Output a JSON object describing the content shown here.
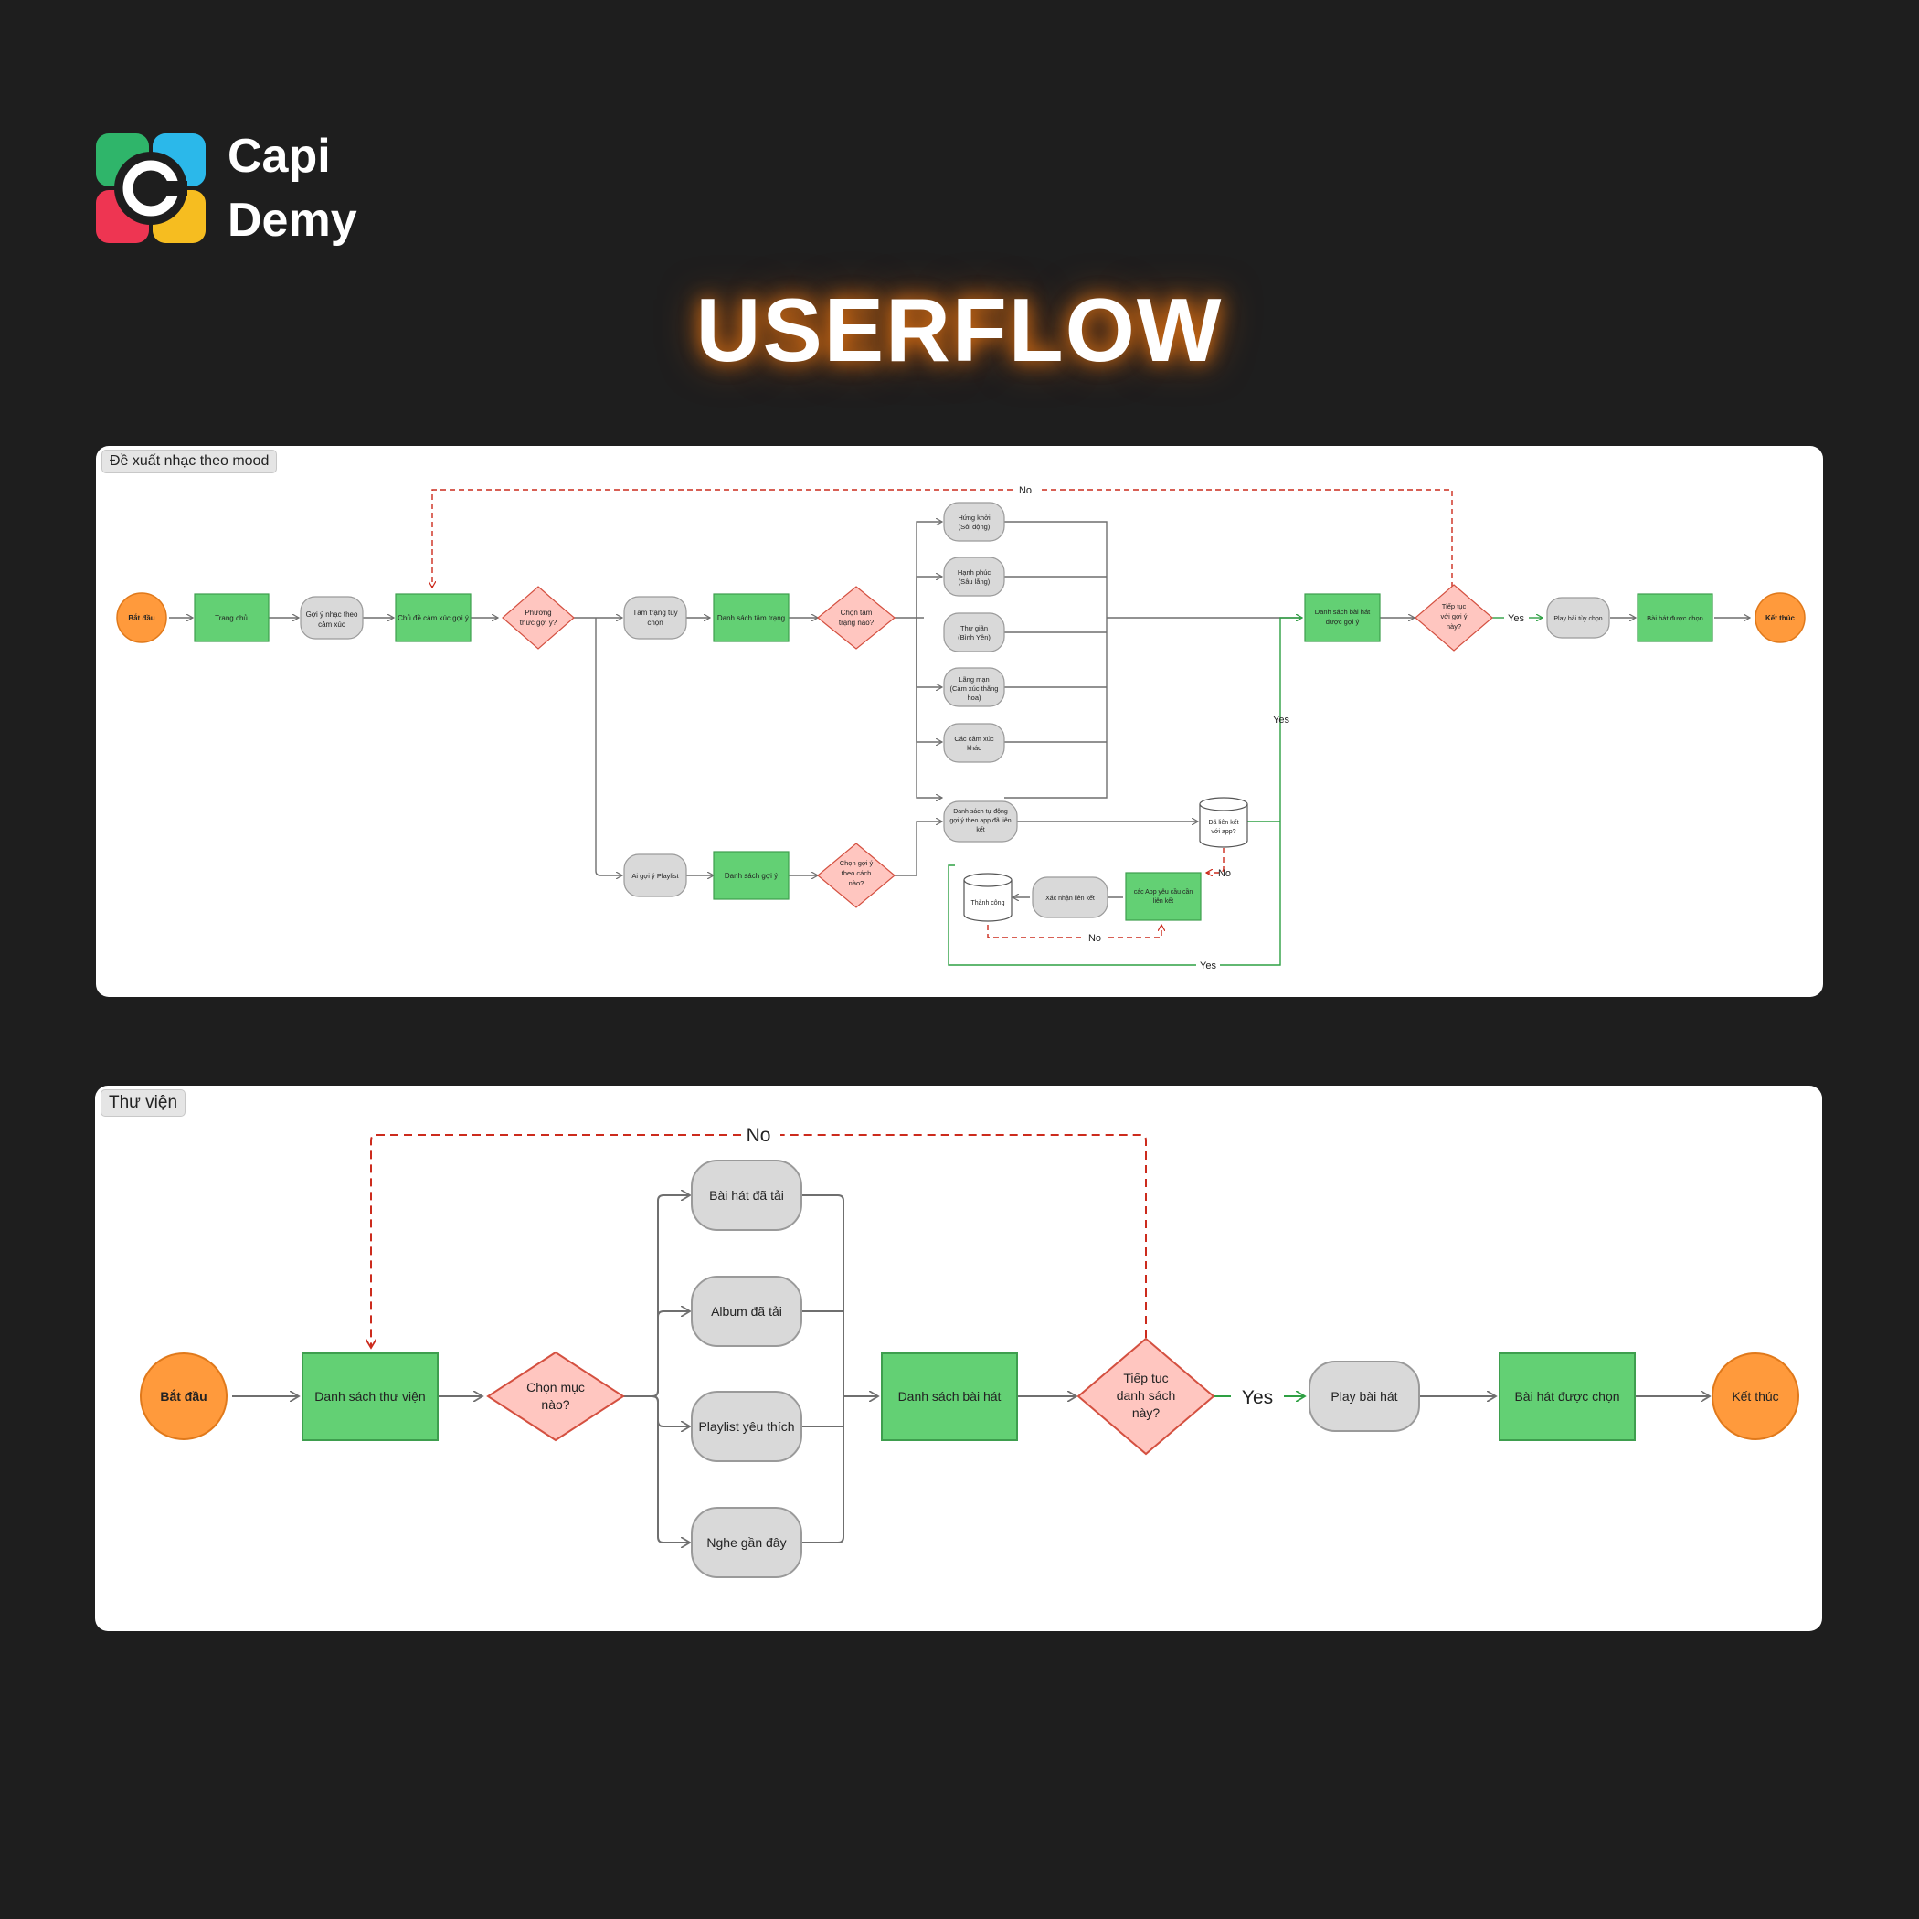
{
  "brand": {
    "name_line1": "Capi",
    "name_line2": "Demy",
    "logo_colors": [
      "#2fb56a",
      "#2bb8ea",
      "#ee3552",
      "#f6bd20"
    ]
  },
  "page_title": "USERFLOW",
  "colors": {
    "terminal": "#ff9a3c",
    "process": "#63d074",
    "option": "#d9d9d9",
    "decision": "#ffc6c0",
    "no_line": "#cc2b1d",
    "yes_line": "#2ea043",
    "connector": "#6f6f6f"
  },
  "flow1": {
    "tag": "Đề xuất nhạc theo mood",
    "start": "Bắt đầu",
    "home": "Trang chủ",
    "suggest_by_emotion": "Gợi ý nhạc theo cảm xúc",
    "topic": "Chủ đề cảm xúc gợi ý",
    "method": "Phương thức gợi ý?",
    "custom_mood": "Tâm trạng tùy chọn",
    "mood_list": "Danh sách tâm trạng",
    "choose_mood": "Chọn tâm trạng nào?",
    "moods": [
      "Hứng khởi (Sôi động)",
      "Hạnh phúc (Sâu lắng)",
      "Thư giãn (Bình Yên)",
      "Lãng mạn (Cảm xúc thăng hoa)",
      "Các cảm xúc khác"
    ],
    "ai_playlist": "Ai gợi ý Playlist",
    "suggest_list": "Danh sách gợi ý",
    "choose_suggest": "Chọn gợi ý theo cách nào?",
    "auto_list": "Danh sách tự động gợi ý theo app đã liên kết",
    "linked_app": "Đã liên kết với app?",
    "apps_need_link": "các App yêu cầu cần liên kết",
    "confirm_link": "Xác nhận liên kết",
    "success": "Thành công",
    "suggested_songs": "Danh sách bài hát được gợi ý",
    "continue": "Tiếp tục với gợi ý này?",
    "play_custom": "Play bài tùy chọn",
    "chosen_song": "Bài hát được chọn",
    "end": "Kết thúc",
    "yes": "Yes",
    "no": "No"
  },
  "flow2": {
    "tag": "Thư viện",
    "start": "Bắt đầu",
    "library_list": "Danh sách thư viện",
    "choose_item": "Chọn mục nào?",
    "items": [
      "Bài hát đã tải",
      "Album đã tải",
      "Playlist yêu thích",
      "Nghe gần đây"
    ],
    "song_list": "Danh sách bài hát",
    "continue": "Tiếp tục danh sách này?",
    "play_song": "Play bài hát",
    "chosen_song": "Bài hát được chọn",
    "end": "Kết thúc",
    "yes": "Yes",
    "no": "No"
  }
}
